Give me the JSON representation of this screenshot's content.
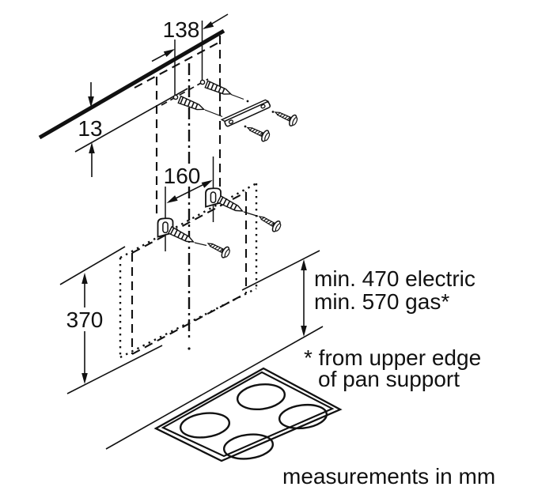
{
  "diagram": {
    "title_hint": "cooker hood wall mounting installation drawing",
    "colors": {
      "ink": "#111111",
      "background": "#ffffff"
    },
    "dimensions": {
      "top_hole_spacing": "138",
      "wall_offset": "13",
      "lower_hole_spacing": "160",
      "panel_height": "370"
    },
    "clearance": {
      "line1": "min. 470 electric",
      "line2": "min. 570 gas*"
    },
    "footnote": {
      "line1": "* from upper edge",
      "line2": "of pan support"
    },
    "units_note": "measurements in mm"
  }
}
